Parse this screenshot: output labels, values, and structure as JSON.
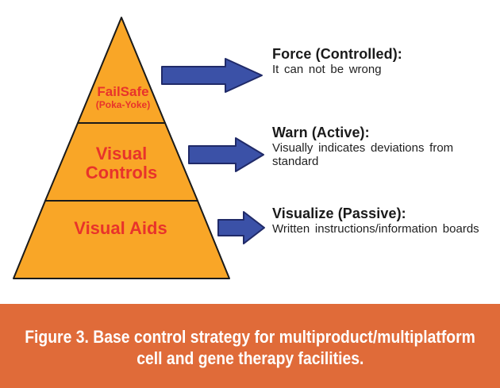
{
  "figure": {
    "pyramid": {
      "fill_color": "#f9a627",
      "outline_color": "#1a1a1a",
      "label_color": "#e8332b",
      "levels": [
        {
          "label": "FailSafe",
          "sublabel": "(Poka-Yoke)"
        },
        {
          "label": "Visual Controls"
        },
        {
          "label": "Visual Aids"
        }
      ]
    },
    "arrows": {
      "fill_color": "#3b51a7",
      "outline_color": "#202a68",
      "direction": "right",
      "count": 3
    },
    "annotations": [
      {
        "heading": "Force (Controlled):",
        "body": "It can not be wrong"
      },
      {
        "heading": "Warn (Active):",
        "body": "Visually indicates deviations from standard"
      },
      {
        "heading": "Visualize (Passive):",
        "body": "Written instructions/information boards"
      }
    ],
    "caption": {
      "line1": "Figure 3. Base control strategy for multiproduct/multiplatform",
      "line2": "cell and gene therapy facilities.",
      "bg_color": "#e06b39",
      "text_color": "#ffffff"
    }
  }
}
